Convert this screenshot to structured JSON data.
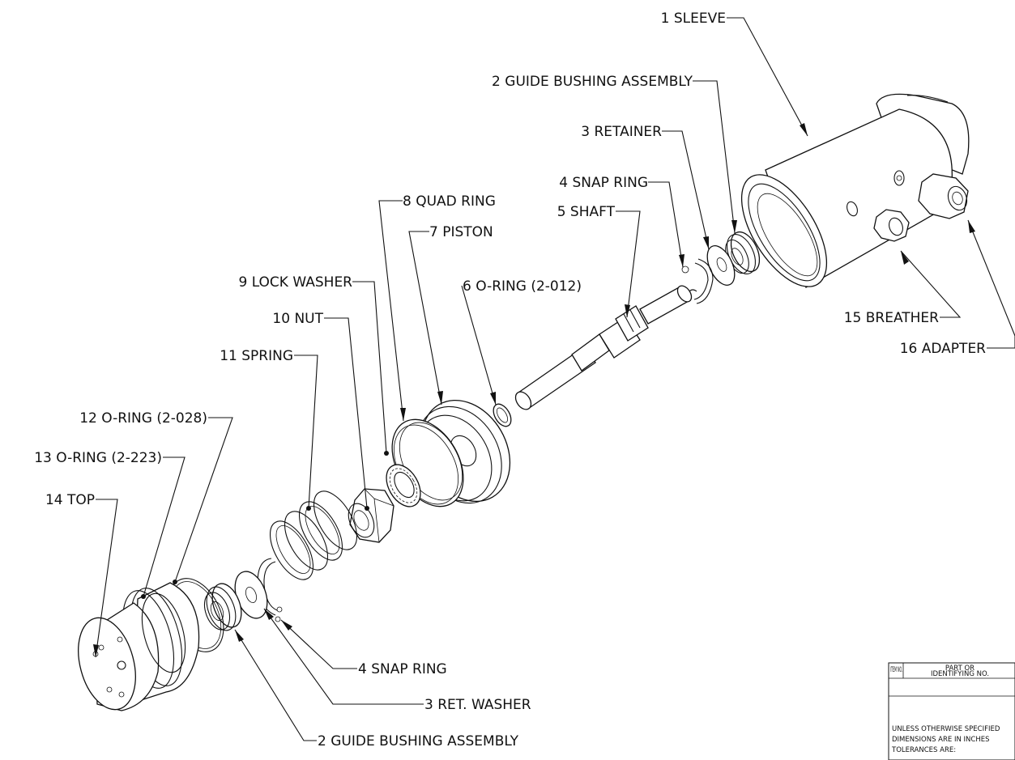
{
  "labels": {
    "sleeve": "1 SLEEVE",
    "guide_bushing_top": "2 GUIDE BUSHING ASSEMBLY",
    "retainer": "3 RETAINER",
    "snap_ring_top": "4 SNAP RING",
    "shaft": "5 SHAFT",
    "o_ring_012": "6 O-RING (2-012)",
    "piston": "7 PISTON",
    "quad_ring": "8 QUAD RING",
    "lock_washer": "9 LOCK WASHER",
    "nut": "10 NUT",
    "spring": "11 SPRING",
    "o_ring_028": "12 O-RING (2-028)",
    "o_ring_223": "13 O-RING (2-223)",
    "top": "14 TOP",
    "breather": "15 BREATHER",
    "adapter": "16 ADAPTER",
    "snap_ring_bottom": "4 SNAP RING",
    "ret_washer": "3 RET. WASHER",
    "guide_bushing_bottom": "2 GUIDE BUSHING ASSEMBLY"
  },
  "title_block": {
    "item_no": "ITEM NO.",
    "part_no_line1": "PART OR",
    "part_no_line2": "IDENTIFYING NO.",
    "note_line1": "UNLESS OTHERWISE SPECIFIED",
    "note_line2": "DIMENSIONS ARE IN INCHES",
    "note_line3": "TOLERANCES ARE:"
  }
}
